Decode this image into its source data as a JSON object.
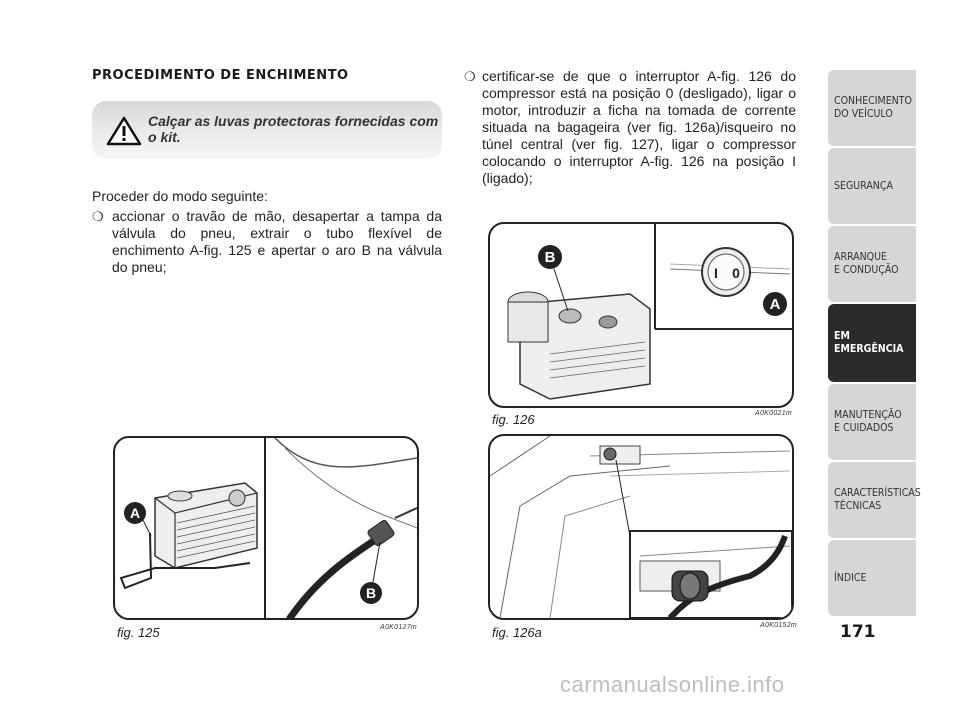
{
  "section_title": "PROCEDIMENTO DE ENCHIMENTO",
  "warning": {
    "text": "Calçar as luvas protectoras fornecidas com o kit.",
    "icon": "warning-triangle-icon"
  },
  "intro": "Proceder do modo seguinte:",
  "steps": [
    "accionar o travão de mão, desapertar a tampa da válvula do pneu, extrair o tubo flexível de enchimento A-fig. 125 e apertar o aro B na válvula do pneu;",
    "certificar-se de que o interruptor A-fig. 126 do compressor está na posição 0 (desligado), ligar o motor, introduzir a ficha na tomada de corrente situada na bagageira (ver fig. 126a)/isqueiro no túnel central (ver fig. 127), ligar o compressor colocando o interruptor A-fig. 126 na posição I (ligado);"
  ],
  "bullet": "❍",
  "figures": {
    "fig125": {
      "label": "fig. 125",
      "code": "A0K0127m",
      "callouts": [
        "A",
        "B"
      ]
    },
    "fig126": {
      "label": "fig. 126",
      "code": "A0K0021m",
      "callouts": [
        "B",
        "A"
      ],
      "switch_marks": [
        "I",
        "0"
      ]
    },
    "fig126a": {
      "label": "fig. 126a",
      "code": "A0K0152m"
    }
  },
  "tabs": [
    {
      "label": "CONHECIMENTO\nDO VEÍCULO",
      "active": false
    },
    {
      "label": "SEGURANÇA",
      "active": false
    },
    {
      "label": "ARRANQUE\nE CONDUÇÃO",
      "active": false
    },
    {
      "label": "EM EMERGÊNCIA",
      "active": true
    },
    {
      "label": "MANUTENÇÃO\nE CUIDADOS",
      "active": false
    },
    {
      "label": "CARACTERÍSTICAS\nTÉCNICAS",
      "active": false
    },
    {
      "label": "ÍNDICE",
      "active": false
    }
  ],
  "page_number": "171",
  "watermark": "carmanualsonline.info"
}
